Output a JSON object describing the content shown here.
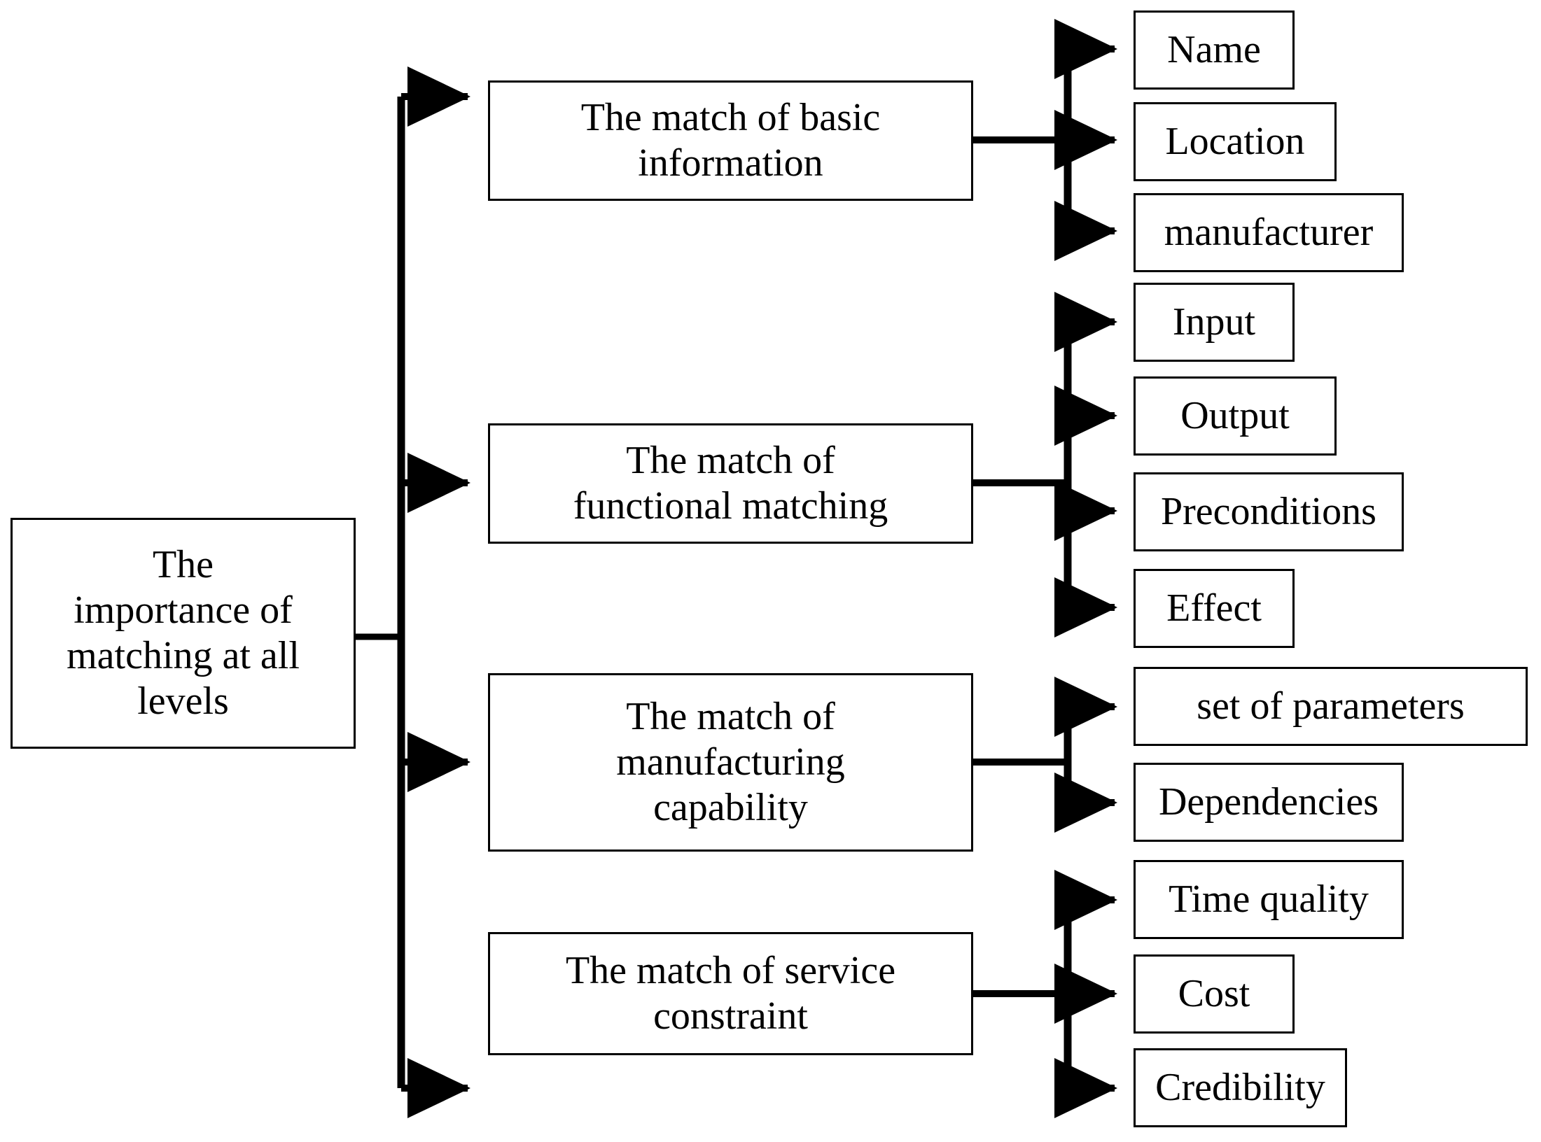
{
  "diagram": {
    "title_text": "The importance of matching at all levels",
    "orientation": "left-to-right tree",
    "line_color": "#000000",
    "box_fill": "#ffffff",
    "box_border_color": "#000000",
    "root": {
      "label": "The\nimportance of\nmatching at all\nlevels"
    },
    "branches": [
      {
        "label": "The match of basic\ninformation",
        "leaves": [
          {
            "label": "Name"
          },
          {
            "label": "Location"
          },
          {
            "label": "manufacturer"
          }
        ]
      },
      {
        "label": "The match of\nfunctional matching",
        "leaves": [
          {
            "label": "Input"
          },
          {
            "label": "Output"
          },
          {
            "label": "Preconditions"
          },
          {
            "label": "Effect"
          }
        ]
      },
      {
        "label": "The match of\nmanufacturing\ncapability",
        "leaves": [
          {
            "label": "set of parameters"
          },
          {
            "label": "Dependencies"
          }
        ]
      },
      {
        "label": "The match of service\nconstraint",
        "leaves": [
          {
            "label": "Time quality"
          },
          {
            "label": "Cost"
          },
          {
            "label": "Credibility"
          }
        ]
      }
    ]
  }
}
